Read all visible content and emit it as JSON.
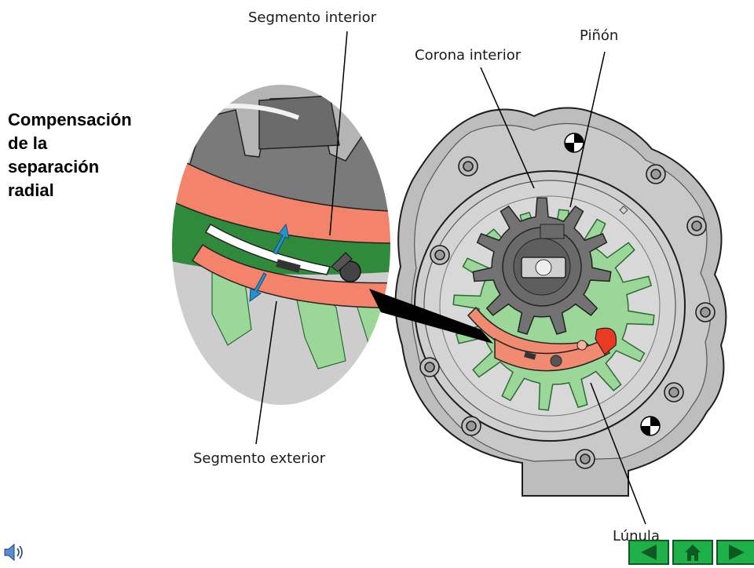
{
  "title_lines": [
    "Compensación",
    "de la",
    "separación",
    "radial"
  ],
  "labels": {
    "segmento_interior": "Segmento interior",
    "pinon": "Piñón",
    "corona_interior": "Corona interior",
    "segmento_exterior": "Segmento exterior",
    "lunula": "Lúnula"
  },
  "icons": {
    "speaker": "speaker-icon",
    "prev": "arrow-left-icon",
    "home": "home-icon",
    "next": "arrow-right-icon"
  },
  "colors": {
    "housing": "#b9b9b9",
    "inner_gear": "#727272",
    "outer_gear": "#9cd79a",
    "dark_green": "#2f8a3c",
    "segment": "#f3836a",
    "segment_red": "#ea3a22",
    "arrow": "#2a92c8",
    "nav_green": "#20b04a"
  }
}
